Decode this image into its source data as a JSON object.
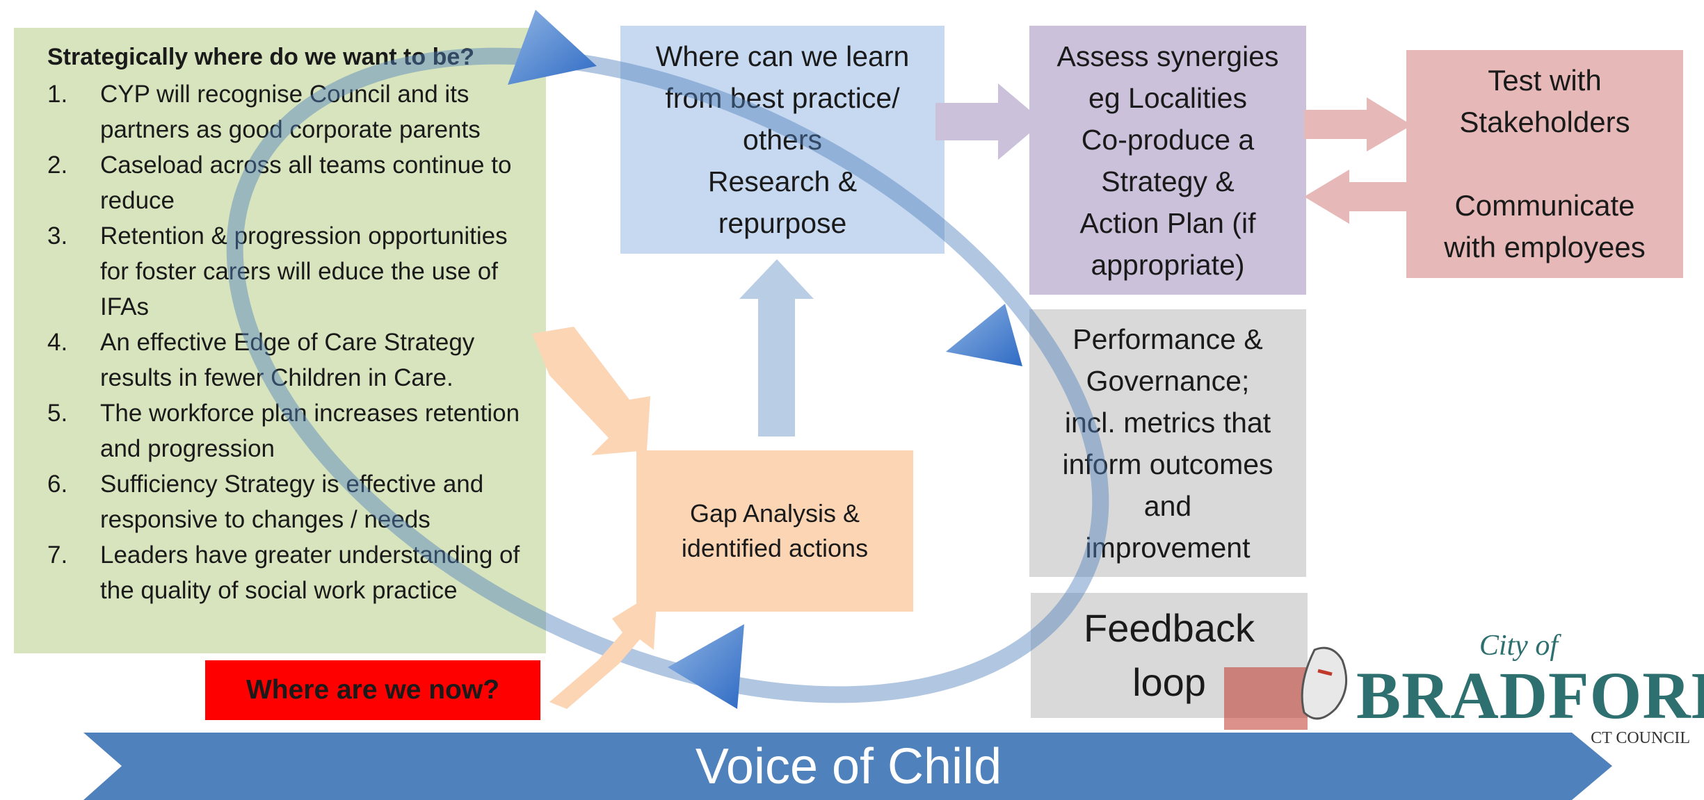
{
  "goals": {
    "title": "Strategically where do we want to be?",
    "items": [
      {
        "num": "1.",
        "text": "CYP will recognise Council and its partners as good corporate parents"
      },
      {
        "num": "2.",
        "text": "Caseload across all teams continue to reduce"
      },
      {
        "num": "3.",
        "text": "Retention & progression opportunities for foster carers will educe the use of IFAs"
      },
      {
        "num": "4.",
        "text": "An effective Edge of Care Strategy results in fewer Children in Care."
      },
      {
        "num": "5.",
        "text": "The workforce plan increases retention and progression"
      },
      {
        "num": "6.",
        "text": "Sufficiency Strategy is effective and responsive to changes / needs"
      },
      {
        "num": "7.",
        "text": "Leaders have greater understanding of the quality of social work practice"
      }
    ]
  },
  "now": {
    "label": "Where are we now?"
  },
  "learn": {
    "lines": [
      "Where can we learn",
      "from best practice/",
      "others",
      "Research &",
      "repurpose"
    ]
  },
  "assess": {
    "lines": [
      "Assess synergies",
      "eg Localities",
      "Co-produce a",
      "Strategy &",
      "Action Plan (if",
      "appropriate)"
    ]
  },
  "test": {
    "lines_top": [
      "Test with",
      "Stakeholders"
    ],
    "lines_bottom": [
      "Communicate",
      "with employees"
    ]
  },
  "performance": {
    "lines": [
      "Performance &",
      "Governance;",
      "incl. metrics that",
      "inform outcomes",
      "and",
      "improvement"
    ]
  },
  "feedback": {
    "lines": [
      "Feedback",
      "loop"
    ]
  },
  "gap": {
    "lines": [
      "Gap Analysis &",
      "identified actions"
    ]
  },
  "voice": {
    "label": "Voice of Child"
  },
  "logo": {
    "city": "City of",
    "name": "BRADFORD",
    "sub": "CT COUNCIL"
  },
  "colors": {
    "goals_bg": "#d7e4bd",
    "now_bg": "#ff0000",
    "learn_bg": "#c6d9f1",
    "assess_bg": "#ccc1da",
    "test_bg": "#e6b9b8",
    "perf_bg": "#d9d9d9",
    "gap_bg": "#fcd5b5",
    "banner": "#4f81bd",
    "loop_arrow": "#4f81bd"
  }
}
